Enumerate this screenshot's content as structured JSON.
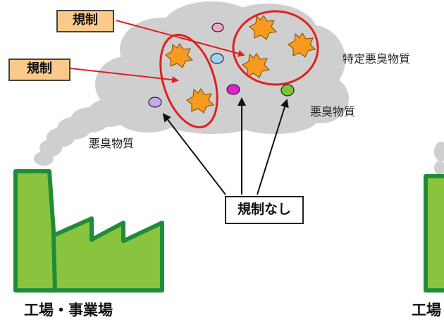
{
  "labels": {
    "regulation_box_top": "規制",
    "regulation_box_left": "規制",
    "specific_odor": "特定悪臭物質",
    "odor_right": "悪臭物質",
    "odor_left": "悪臭物質",
    "no_regulation": "規制なし",
    "factory_left": "工場・事業場",
    "factory_right_partial": "工場"
  },
  "colors": {
    "factory_green": "#8ac43f",
    "factory_outline": "#1f8c3a",
    "cloud_gray": "#cfcfcf",
    "star_orange": "#f79a1e",
    "ellipse_red": "#e02020",
    "regulation_box_fill": "#fbc98a"
  }
}
